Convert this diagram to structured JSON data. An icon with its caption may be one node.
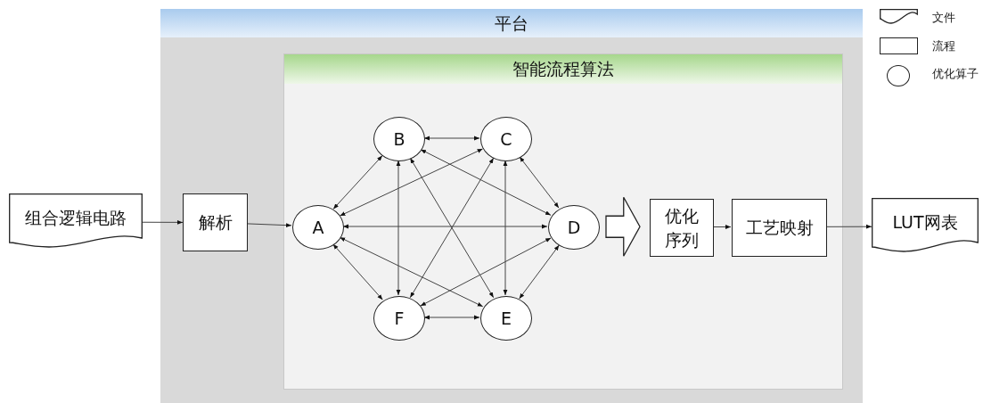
{
  "diagram": {
    "nodes": [
      {
        "text": [
          "平台"
        ]
      },
      {
        "text": [
          "智能流程算法"
        ],
        "in": 0
      },
      {
        "text": [
          "组合逻辑电路"
        ]
      },
      {
        "text": [
          "解析"
        ],
        "in": 0
      },
      {
        "text": [
          "A"
        ],
        "in": 1
      },
      {
        "text": [
          "B"
        ],
        "in": 1
      },
      {
        "text": [
          "C"
        ],
        "in": 1
      },
      {
        "text": [
          "D"
        ],
        "in": 1
      },
      {
        "text": [
          "E"
        ],
        "in": 1
      },
      {
        "text": [
          "F"
        ],
        "in": 1
      },
      {
        "text": [
          "优化序列"
        ],
        "in": 1
      },
      {
        "text": [
          "工艺映射"
        ],
        "in": 1
      },
      {
        "text": [
          "LUT网表"
        ]
      }
    ],
    "edges": [
      {
        "from": 2,
        "to": 3,
        "arrow": "to"
      },
      {
        "from": 3,
        "to": 4,
        "arrow": "to"
      },
      {
        "from": 4,
        "to": 5,
        "arrow": "both"
      },
      {
        "from": 4,
        "to": 6,
        "arrow": "both"
      },
      {
        "from": 4,
        "to": 7,
        "arrow": "both"
      },
      {
        "from": 4,
        "to": 8,
        "arrow": "both"
      },
      {
        "from": 4,
        "to": 9,
        "arrow": "both"
      },
      {
        "from": 5,
        "to": 6,
        "arrow": "both"
      },
      {
        "from": 5,
        "to": 7,
        "arrow": "both"
      },
      {
        "from": 5,
        "to": 8,
        "arrow": "both"
      },
      {
        "from": 5,
        "to": 9,
        "arrow": "both"
      },
      {
        "from": 6,
        "to": 7,
        "arrow": "both"
      },
      {
        "from": 6,
        "to": 8,
        "arrow": "both"
      },
      {
        "from": 6,
        "to": 9,
        "arrow": "both"
      },
      {
        "from": 7,
        "to": 8,
        "arrow": "both"
      },
      {
        "from": 7,
        "to": 9,
        "arrow": "both"
      },
      {
        "from": 8,
        "to": 9,
        "arrow": "both"
      },
      {
        "from": 7,
        "to": 10,
        "arrow": "to",
        "style": "thick"
      },
      {
        "from": 10,
        "to": 11,
        "arrow": "to"
      },
      {
        "from": 11,
        "to": 12,
        "arrow": "to"
      }
    ],
    "legend": [
      {
        "text": "文件"
      },
      {
        "text": "流程"
      },
      {
        "text": "优化算子"
      }
    ]
  }
}
